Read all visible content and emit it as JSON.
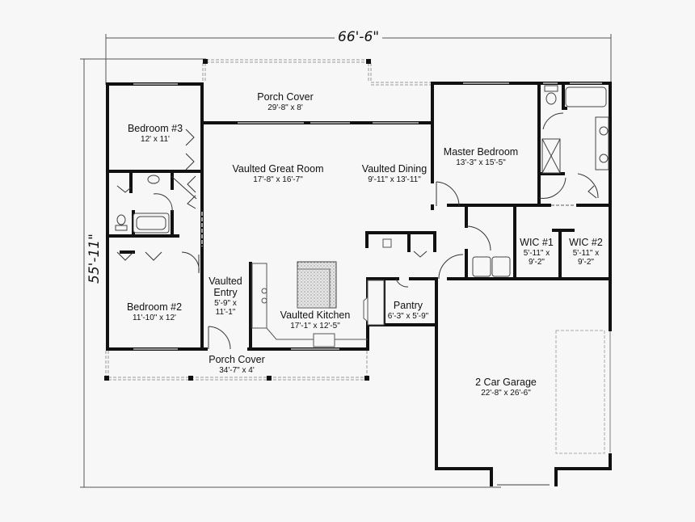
{
  "plan": {
    "overall_width": "66'-6\"",
    "overall_depth": "55'-11\"",
    "colors": {
      "wall": "#111111",
      "window": "#9a9a9a",
      "dashed": "#999999",
      "background": "#f7f7f7"
    }
  },
  "rooms": {
    "porch_top": {
      "name": "Porch Cover",
      "dims": "29'-8\" x 8'"
    },
    "bedroom3": {
      "name": "Bedroom #3",
      "dims": "12' x 11'"
    },
    "great_room": {
      "name": "Vaulted Great Room",
      "dims": "17'-8\" x 16'-7\""
    },
    "dining": {
      "name": "Vaulted Dining",
      "dims": "9'-11\" x 13'-11\""
    },
    "master": {
      "name": "Master Bedroom",
      "dims": "13'-3\" x 15'-5\""
    },
    "wic1": {
      "name": "WIC #1",
      "dims1": "5'-11\" x",
      "dims2": "9'-2\""
    },
    "wic2": {
      "name": "WIC #2",
      "dims1": "5'-11\" x",
      "dims2": "9'-2\""
    },
    "entry": {
      "name1": "Vaulted",
      "name2": "Entry",
      "dims1": "5'-9\" x",
      "dims2": "11'-1\""
    },
    "bedroom2": {
      "name": "Bedroom #2",
      "dims": "11'-10\" x 12'"
    },
    "kitchen": {
      "name": "Vaulted Kitchen",
      "dims": "17'-1\" x 12'-5\""
    },
    "pantry": {
      "name": "Pantry",
      "dims": "6'-3\" x 5'-9\""
    },
    "porch_bottom": {
      "name": "Porch Cover",
      "dims": "34'-7\" x 4'"
    },
    "garage": {
      "name": "2 Car Garage",
      "dims": "22'-8\" x 26'-6\""
    }
  }
}
